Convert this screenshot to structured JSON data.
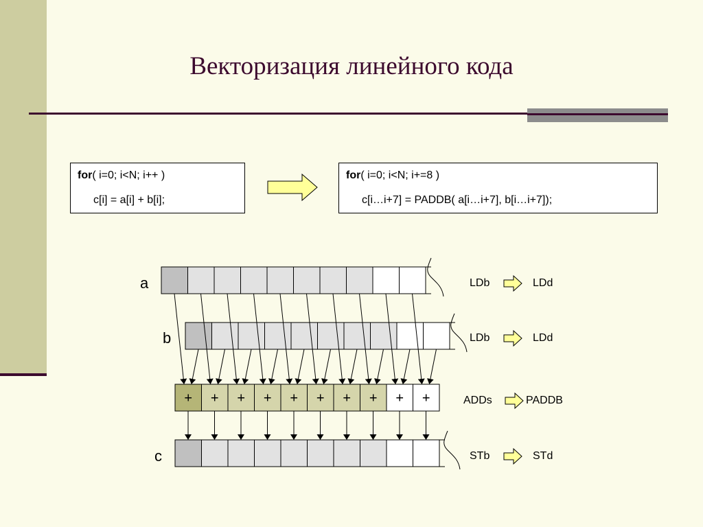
{
  "slide": {
    "title": "Векторизация линейного кода"
  },
  "code_scalar": {
    "keyword": "for",
    "header_rest": "( i=0; i<N; i++ )",
    "body": "c[i] = a[i] + b[i];"
  },
  "code_vector": {
    "keyword": "for",
    "header_rest": "( i=0; i<N; i+=8 )",
    "body": "c[i…i+7] = PADDB( a[i…i+7], b[i…i+7]);"
  },
  "arrays": {
    "a_label": "a",
    "b_label": "b",
    "c_label": "c",
    "adder_symbol": "+"
  },
  "ops": [
    {
      "from": "LDb",
      "to": "LDd"
    },
    {
      "from": "LDb",
      "to": "LDd"
    },
    {
      "from": "ADDs",
      "to": "PADDB"
    },
    {
      "from": "STb",
      "to": "STd"
    }
  ],
  "colors": {
    "background": "#fbfbe9",
    "title": "#3c0a2e",
    "cell_first": "#c0c0c0",
    "cell_vector": "#e2e2e2",
    "cell_empty": "#ffffff",
    "adder_first": "#b5b577",
    "adder_vector": "#d5d5ab",
    "arrow_fill": "#ffff99"
  }
}
